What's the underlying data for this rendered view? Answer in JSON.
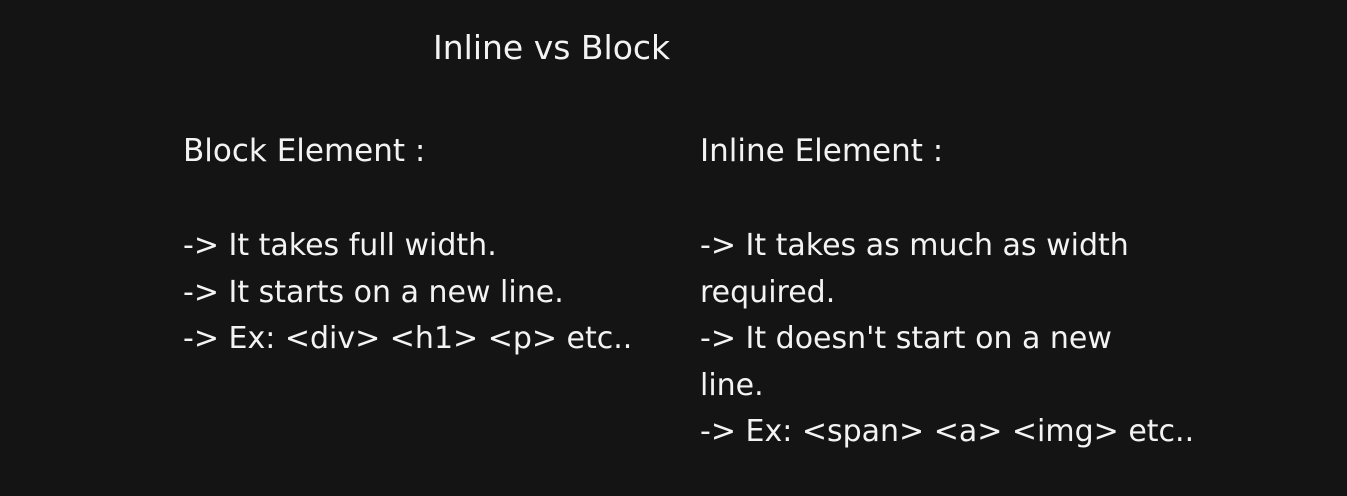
{
  "title": "Inline vs Block",
  "block": {
    "heading": "Block Element :",
    "lines": [
      "-> It takes full width.",
      "-> It starts on a new line.",
      "-> Ex: <div> <h1> <p> etc.."
    ]
  },
  "inline": {
    "heading": "Inline Element :",
    "lines": [
      "-> It takes as much as width",
      "required.",
      "-> It doesn't start on a new",
      "line.",
      "-> Ex: <span> <a> <img> etc.."
    ]
  }
}
